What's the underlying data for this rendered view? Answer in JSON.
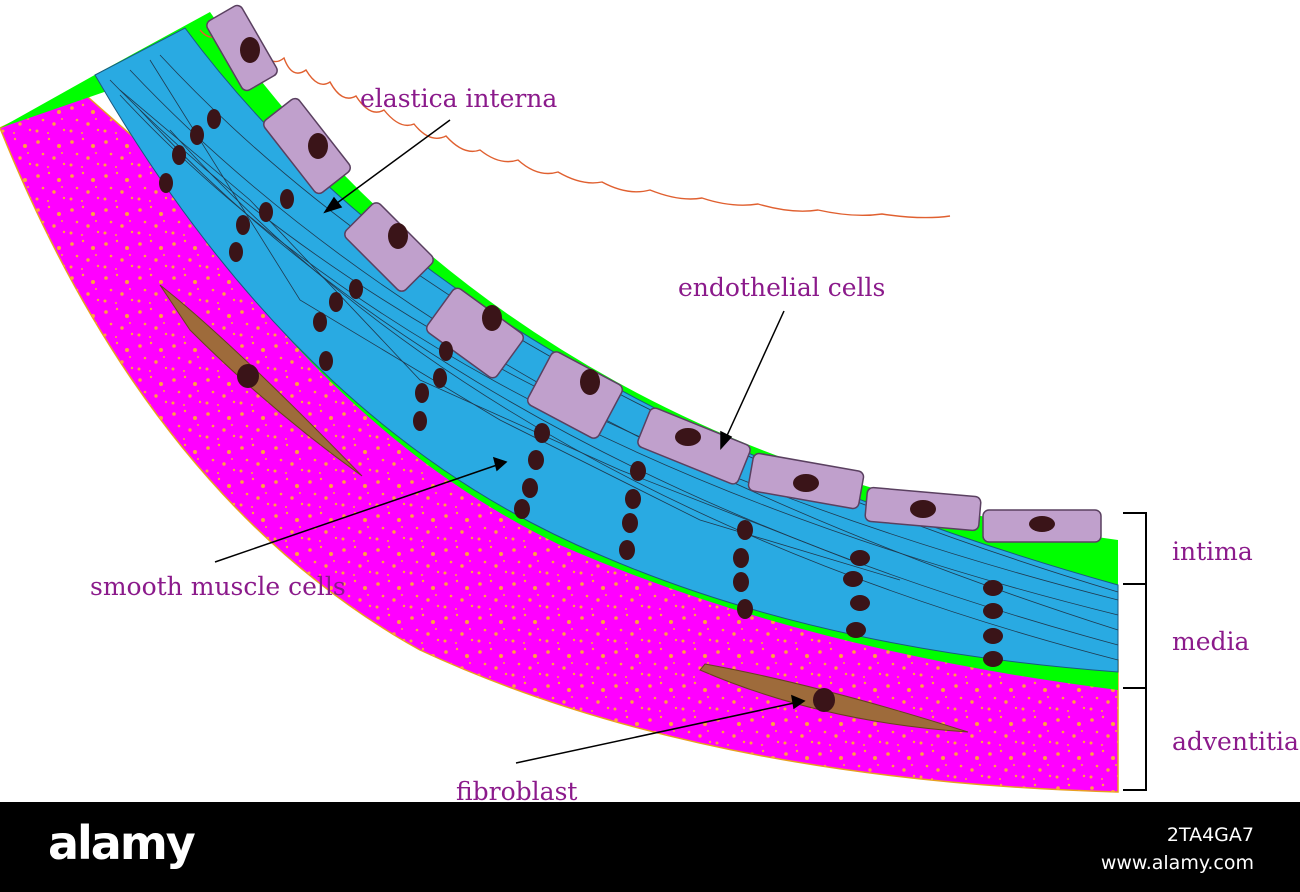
{
  "labels": {
    "elastica_interna": "elastica interna",
    "endothelial_cells": "endothelial cells",
    "smooth_muscle_cells": "smooth muscle cells",
    "fibroblast": "fibroblast"
  },
  "layers": {
    "intima": "intima",
    "media": "media",
    "adventitia": "adventitia"
  },
  "colors": {
    "adventitia": "#ff00ff",
    "intima": "#00ff00",
    "media": "#29aae2",
    "endothelium": "#c0a0cc",
    "nucleus": "#3a1418",
    "fibroblast": "#9e6b3b",
    "label": "#8b1a8b"
  },
  "footer": {
    "logo": "alamy",
    "image_id": "2TA4GA7",
    "site": "www.alamy.com"
  }
}
